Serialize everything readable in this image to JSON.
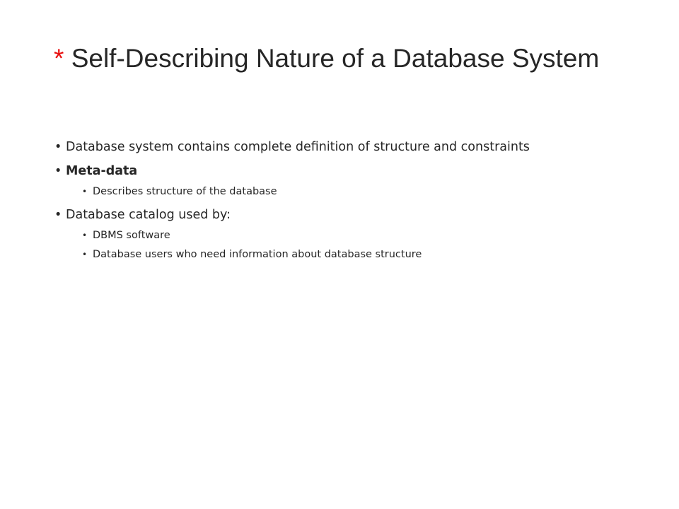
{
  "slide": {
    "title_mark": "*",
    "title_text": "Self-Describing Nature of a Database System",
    "bullet_glyph": "•",
    "bullets": [
      {
        "text": "Database system contains complete definition of structure and constraints"
      },
      {
        "text": "Meta-data",
        "sub": [
          "Describes structure of the database"
        ]
      },
      {
        "text": "Database catalog used by:",
        "sub": [
          "DBMS software",
          "Database users who need information about database structure"
        ]
      }
    ]
  },
  "colors": {
    "title_mark": "#e81010",
    "text": "#262626",
    "background": "#ffffff"
  }
}
